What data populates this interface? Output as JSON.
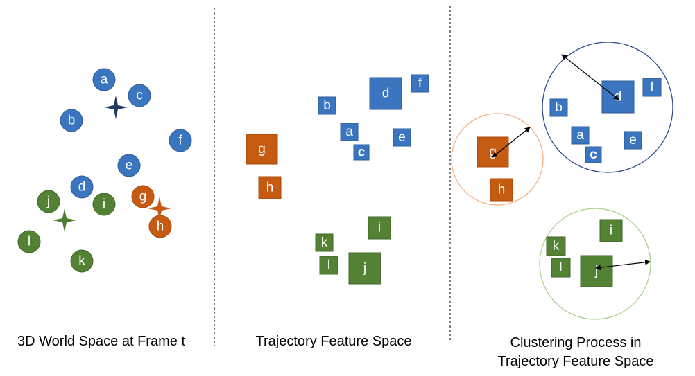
{
  "colors": {
    "blue": "#3b74bf",
    "blue_outline": "#2f5c97",
    "green": "#548235",
    "green_outline": "#3f6427",
    "orange": "#c55a11",
    "orange_outline": "#a84a0c",
    "star_dark": "#1f3864",
    "star_green": "#4e7d33",
    "circle_blue": "#2f4a8f",
    "circle_orange": "#f4b183",
    "circle_green": "#a9d18e"
  },
  "panels": [
    {
      "caption": "3D World Space at Frame t"
    },
    {
      "caption": "Trajectory Feature Space"
    },
    {
      "caption_line1": "Clustering Process in",
      "caption_line2": "Trajectory Feature Space"
    }
  ],
  "world_space_points": [
    {
      "label": "a",
      "group": "blue"
    },
    {
      "label": "c",
      "group": "blue"
    },
    {
      "label": "b",
      "group": "blue"
    },
    {
      "label": "f",
      "group": "blue"
    },
    {
      "label": "e",
      "group": "blue"
    },
    {
      "label": "d",
      "group": "blue"
    },
    {
      "label": "j",
      "group": "green"
    },
    {
      "label": "i",
      "group": "green"
    },
    {
      "label": "g",
      "group": "orange"
    },
    {
      "label": "h",
      "group": "orange"
    },
    {
      "label": "l",
      "group": "green"
    },
    {
      "label": "k",
      "group": "green"
    }
  ],
  "feature_space_points": [
    {
      "label": "d",
      "group": "blue"
    },
    {
      "label": "f",
      "group": "blue"
    },
    {
      "label": "b",
      "group": "blue"
    },
    {
      "label": "a",
      "group": "blue"
    },
    {
      "label": "e",
      "group": "blue"
    },
    {
      "label": "c",
      "group": "blue"
    },
    {
      "label": "g",
      "group": "orange"
    },
    {
      "label": "h",
      "group": "orange"
    },
    {
      "label": "i",
      "group": "green"
    },
    {
      "label": "k",
      "group": "green"
    },
    {
      "label": "l",
      "group": "green"
    },
    {
      "label": "j",
      "group": "green"
    }
  ],
  "clustered_points": [
    {
      "label": "d",
      "group": "blue"
    },
    {
      "label": "f",
      "group": "blue"
    },
    {
      "label": "b",
      "group": "blue"
    },
    {
      "label": "a",
      "group": "blue"
    },
    {
      "label": "e",
      "group": "blue"
    },
    {
      "label": "c",
      "group": "blue"
    },
    {
      "label": "g",
      "group": "orange"
    },
    {
      "label": "h",
      "group": "orange"
    },
    {
      "label": "i",
      "group": "green"
    },
    {
      "label": "k",
      "group": "green"
    },
    {
      "label": "l",
      "group": "green"
    },
    {
      "label": "j",
      "group": "green"
    }
  ]
}
